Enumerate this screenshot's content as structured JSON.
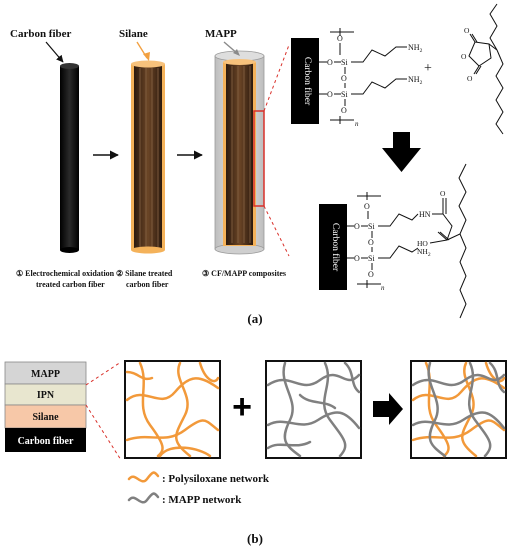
{
  "panel_a": {
    "callouts": {
      "carbon_fiber": "Carbon fiber",
      "silane": "Silane",
      "mapp": "MAPP"
    },
    "captions": {
      "step1_line1": "① Electrochemical oxidation",
      "step1_line2": "treated carbon fiber",
      "step2_line1": "② Silane treated",
      "step2_line2": "carbon fiber",
      "step3": "③ CF/MAPP composites"
    },
    "chemistry": {
      "fiber_label": "Carbon fiber",
      "silicon": "Si",
      "oxygen": "O",
      "amine": "NH",
      "amine_sub": "2",
      "amide_nh": "HN",
      "acid": "HO",
      "repeat_n": "n",
      "plus": "+"
    },
    "label": "(a)"
  },
  "panel_b": {
    "layers": [
      "MAPP",
      "IPN",
      "Silane",
      "Carbon fiber"
    ],
    "plus": "+",
    "legend": [
      {
        "text": ": Polysiloxane network",
        "color": "#f2993a"
      },
      {
        "text": ": MAPP network",
        "color": "#808080"
      }
    ],
    "label": "(b)"
  },
  "colors": {
    "fiber_black": "#151515",
    "fiber_brown": "#5a3a22",
    "silane_orange": "#f2a040",
    "mapp_gray": "#808080",
    "connector_red": "#d9302a"
  }
}
